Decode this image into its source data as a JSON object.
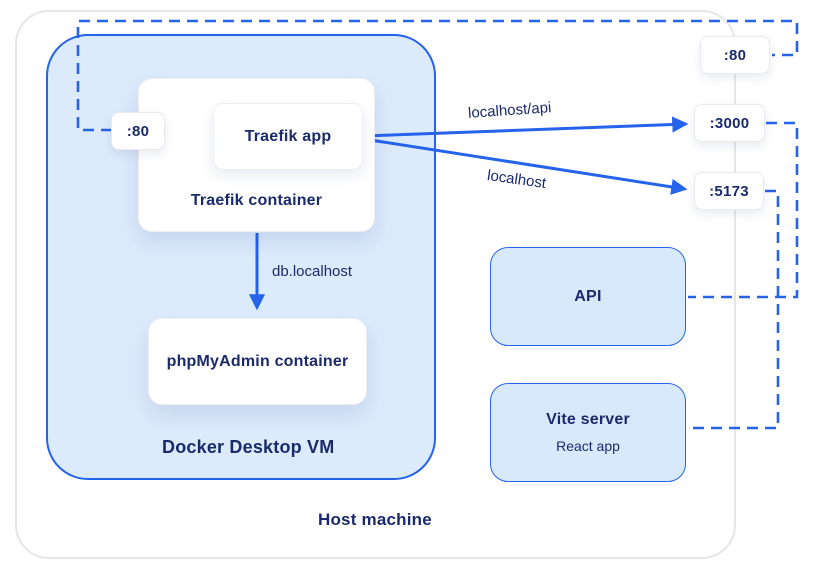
{
  "diagram": {
    "host_machine": {
      "label": "Host machine"
    },
    "docker_vm": {
      "label": "Docker Desktop VM"
    },
    "traefik": {
      "container_label": "Traefik container",
      "app_label": "Traefik app",
      "port": ":80"
    },
    "phpmyadmin": {
      "label": "phpMyAdmin container"
    },
    "api": {
      "label": "API"
    },
    "vite": {
      "title": "Vite server",
      "subtitle": "React app"
    },
    "host_ports": {
      "http": ":80",
      "api": ":3000",
      "vite": ":5173"
    },
    "edge_labels": {
      "phpmyadmin_route": "db.localhost",
      "api_route": "localhost/api",
      "vite_route": "localhost"
    }
  },
  "colors": {
    "accent_blue": "#2563eb",
    "navy_text": "#1b2a6b",
    "vm_fill": "#dcebfc",
    "service_fill": "#d9e9fc",
    "host_border_gray": "#e6e6ea"
  }
}
